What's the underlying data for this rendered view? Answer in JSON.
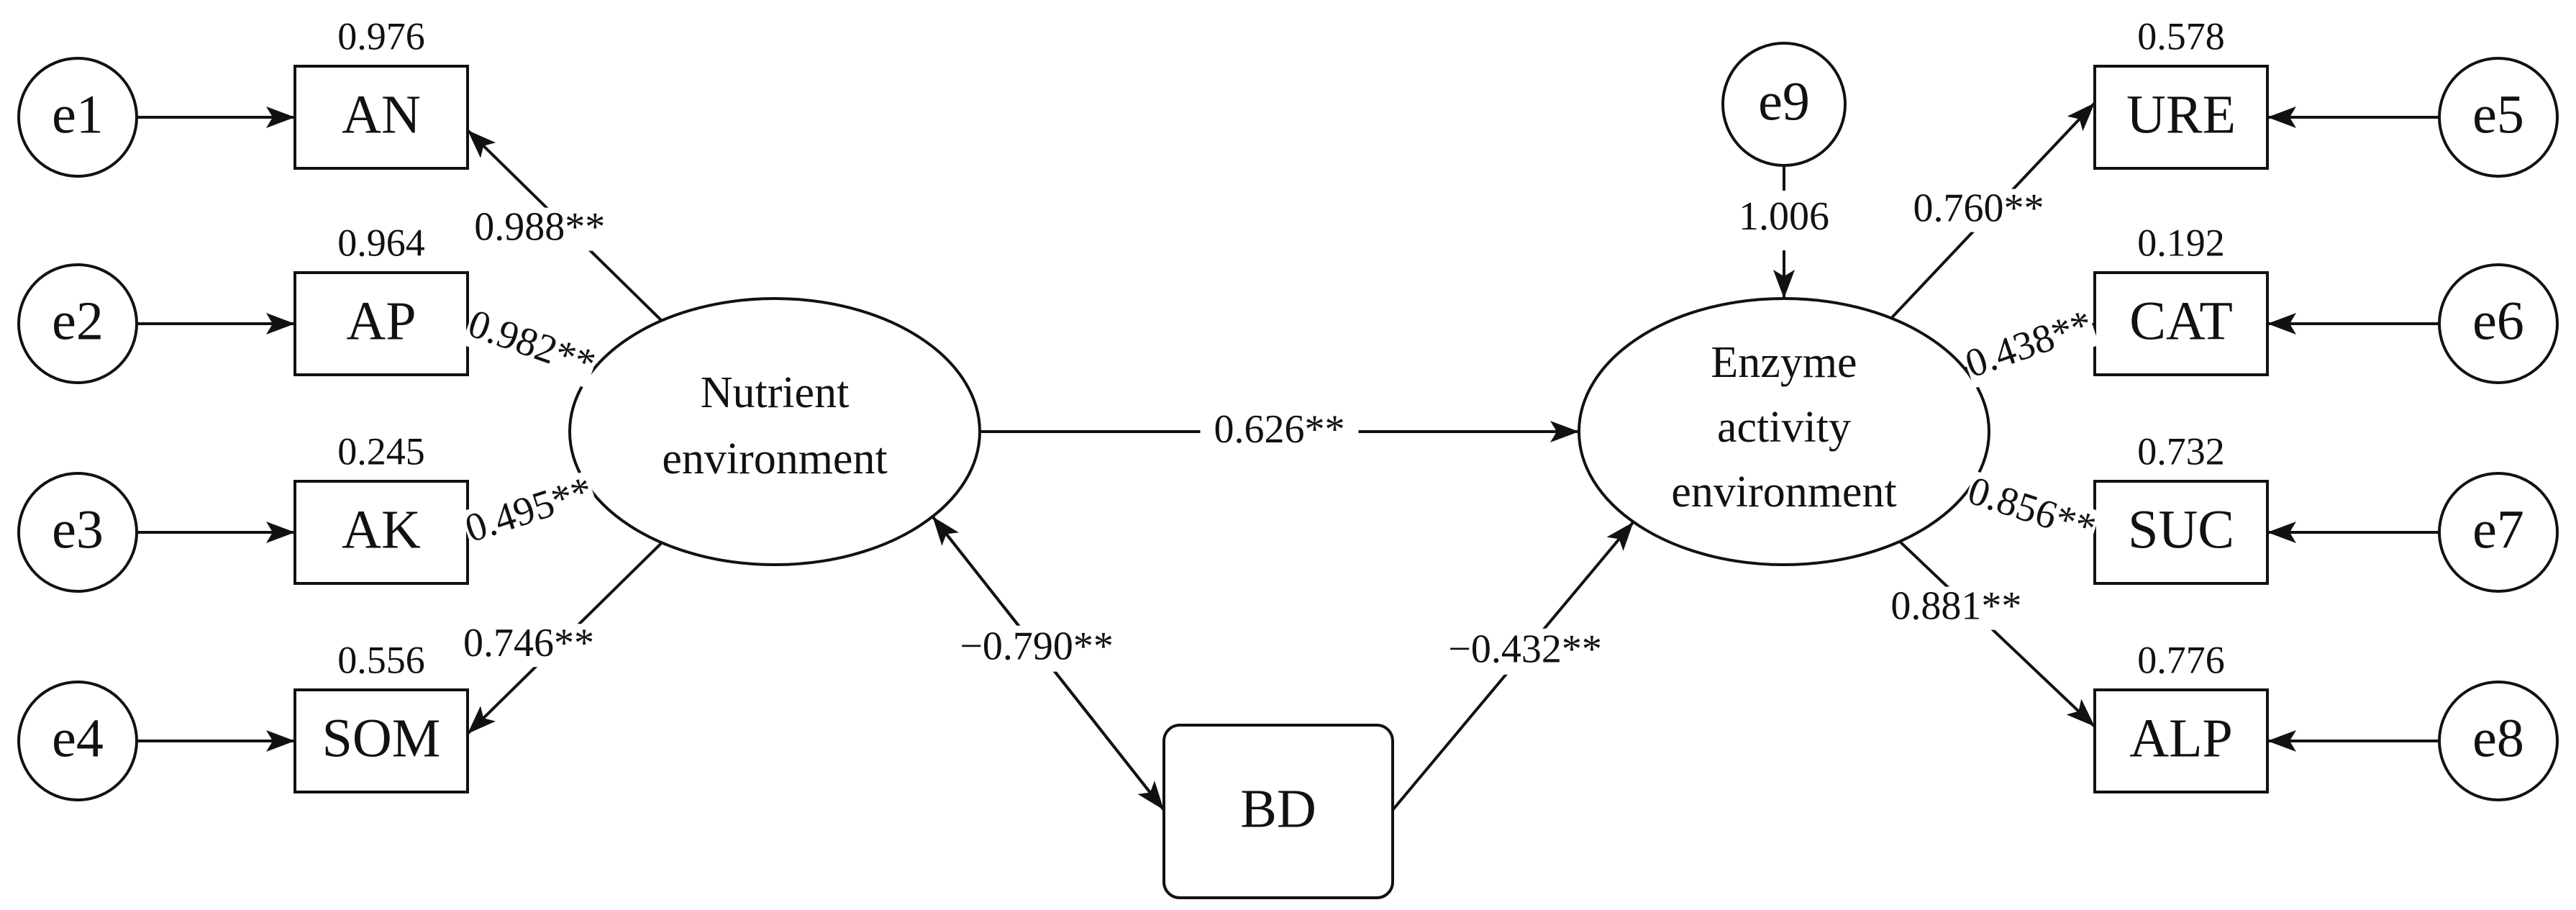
{
  "indicators_left": [
    {
      "id": "AN",
      "error": "e1",
      "r2": "0.976",
      "loading": "0.988**"
    },
    {
      "id": "AP",
      "error": "e2",
      "r2": "0.964",
      "loading": "0.982**"
    },
    {
      "id": "AK",
      "error": "e3",
      "r2": "0.245",
      "loading": "0.495**"
    },
    {
      "id": "SOM",
      "error": "e4",
      "r2": "0.556",
      "loading": "0.746**"
    }
  ],
  "indicators_right": [
    {
      "id": "URE",
      "error": "e5",
      "r2": "0.578",
      "loading": "0.760**"
    },
    {
      "id": "CAT",
      "error": "e6",
      "r2": "0.192",
      "loading": "0.438**"
    },
    {
      "id": "SUC",
      "error": "e7",
      "r2": "0.732",
      "loading": "0.856**"
    },
    {
      "id": "ALP",
      "error": "e8",
      "r2": "0.776",
      "loading": "0.881**"
    }
  ],
  "latent_nutrient": {
    "line1": "Nutrient",
    "line2": "environment"
  },
  "latent_enzyme": {
    "line1": "Enzyme",
    "line2": "activity",
    "line3": "environment"
  },
  "residual_enzyme": {
    "id": "e9",
    "value": "1.006"
  },
  "observed_bd": {
    "label": "BD"
  },
  "paths": {
    "nutrient_to_enzyme": "0.626**",
    "nutrient_bd": "−0.790**",
    "bd_to_enzyme": "−0.432**"
  }
}
